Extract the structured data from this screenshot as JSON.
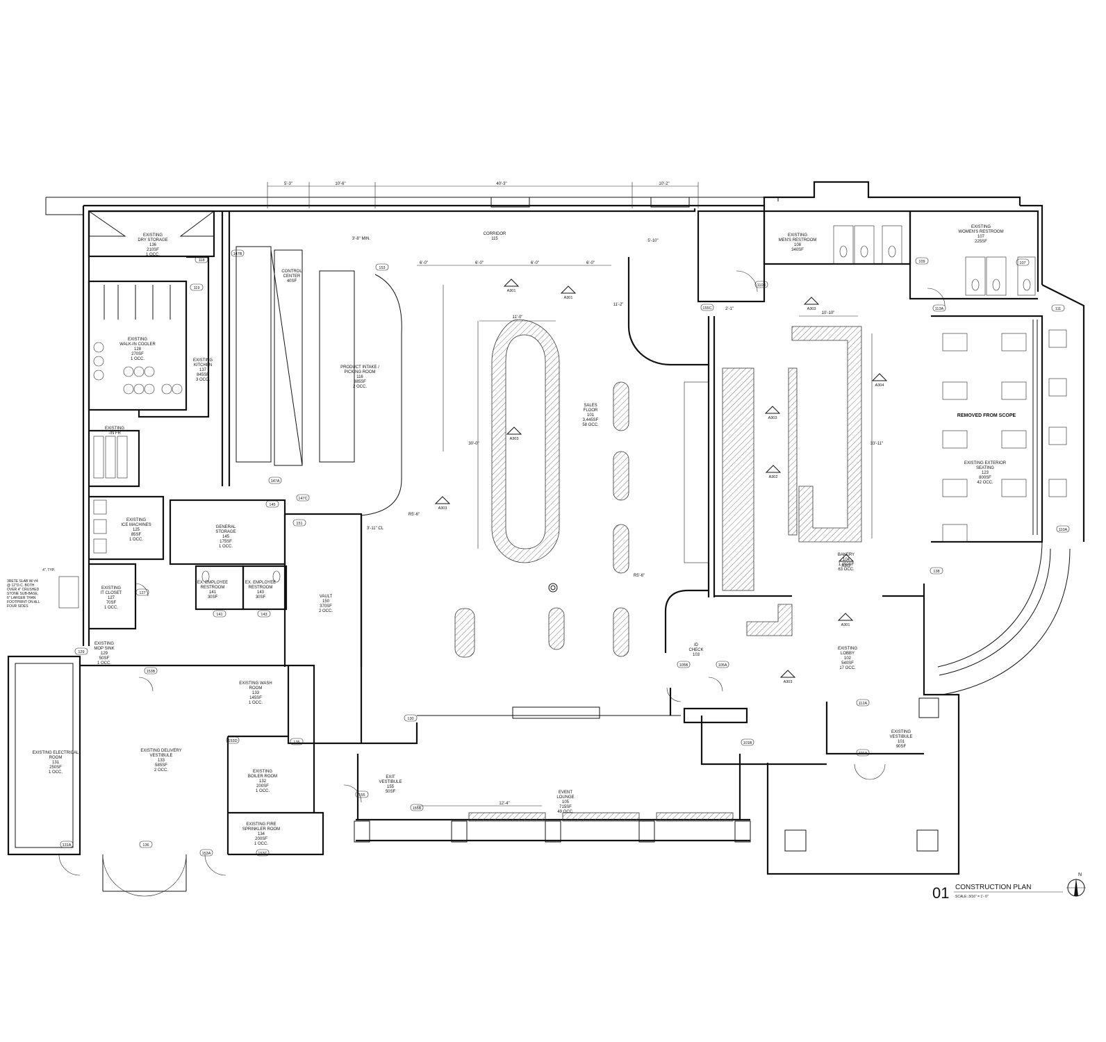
{
  "title": {
    "number": "01",
    "name": "CONSTRUCTION PLAN",
    "scale": "SCALE: 3/16\" = 1'- 0\""
  },
  "north_label": "N",
  "notes": {
    "removed_from_scope": "REMOVED FROM SCOPE",
    "slab_note": [
      "3RETE SLAB W/ #4",
      "@ 12\"O.C. BOTH",
      "OVER 4\" CRUSHED",
      "STONE SUB-BASE,",
      "6\" LARGER THAN",
      "FOOTPRINT ON ALL",
      "FOUR SIDES"
    ],
    "typ": "4\", TYP."
  },
  "rooms": [
    {
      "lines": [
        "EXISTING",
        "DRY STORAGE",
        "136",
        "210SF",
        "1 OCC."
      ]
    },
    {
      "lines": [
        "CORRIDOR",
        "115"
      ]
    },
    {
      "lines": [
        "EXISTING",
        "WALK-IN COOLER",
        "128",
        "270SF",
        "1 OCC."
      ]
    },
    {
      "lines": [
        "EXISTING",
        "KITCHEN",
        "137",
        "845SF",
        "3 OCC."
      ]
    },
    {
      "lines": [
        "CONTROL",
        "CENTER",
        "40SF"
      ]
    },
    {
      "lines": [
        "PRODUCT INTAKE /",
        "PICKING ROOM",
        "116",
        "385SF",
        "2 OCC."
      ]
    },
    {
      "lines": [
        "SALES",
        "FLOOR",
        "101",
        "3,445SF",
        "58 OCC."
      ]
    },
    {
      "lines": [
        "EXISTING",
        "-IN FR"
      ]
    },
    {
      "lines": [
        "EXISTING",
        "ICE MACHINES",
        "125",
        "85SF",
        "1 OCC."
      ]
    },
    {
      "lines": [
        "GENERAL",
        "STORAGE",
        "145",
        "175SF",
        "1 OCC."
      ]
    },
    {
      "lines": [
        "EX. EMPLOYEE",
        "RESTROOM",
        "141",
        "30SF"
      ]
    },
    {
      "lines": [
        "EX. EMPLOYEE",
        "RESTROOM",
        "143",
        "30SF"
      ]
    },
    {
      "lines": [
        "VAULT",
        "150",
        "370SF",
        "2 OCC."
      ]
    },
    {
      "lines": [
        "EXISTING",
        "IT CLOSET",
        "127",
        "70SF",
        "1 OCC."
      ]
    },
    {
      "lines": [
        "EXISTING",
        "MOP SINK",
        "129",
        "50SF",
        "1 OCC."
      ]
    },
    {
      "lines": [
        "EXISTING WASH",
        "ROOM",
        "133",
        "145SF",
        "1 OCC."
      ]
    },
    {
      "lines": [
        "EXISTING ELECTRICAL",
        "ROOM",
        "131",
        "250SF",
        "1 OCC."
      ]
    },
    {
      "lines": [
        "EXISTING DELIVERY",
        "VESTIBULE",
        "133",
        "585SF",
        "2 OCC."
      ]
    },
    {
      "lines": [
        "EXISTING",
        "BOILER ROOM",
        "132",
        "200SF",
        "1 OCC."
      ]
    },
    {
      "lines": [
        "EXISTING FIRE",
        "SPRINKLER ROOM",
        "134",
        "200SF",
        "1 OCC."
      ]
    },
    {
      "lines": [
        "EXIT",
        "VESTIBULE",
        "155",
        "50SF"
      ]
    },
    {
      "lines": [
        "EVENT",
        "LOUNGE",
        "105",
        "715SF",
        "49 OCC."
      ]
    },
    {
      "lines": [
        "ID",
        "CHECK",
        "103"
      ]
    },
    {
      "lines": [
        "EXISTING",
        "LOBBY",
        "102",
        "540SF",
        "17 OCC."
      ]
    },
    {
      "lines": [
        "BAKERY",
        "104",
        "1,450SF",
        "63 OCC."
      ]
    },
    {
      "lines": [
        "EXISTING",
        "MEN'S RESTROOM",
        "108",
        "340SF"
      ]
    },
    {
      "lines": [
        "EXISTING",
        "WOMEN'S RESTROOM",
        "107",
        "225SF"
      ]
    },
    {
      "lines": [
        "EXISTING EXTERIOR",
        "SEATING",
        "123",
        "800SF",
        "42 OCC."
      ]
    },
    {
      "lines": [
        "EXISTING",
        "VESTIBULE",
        "101",
        "90SF"
      ]
    }
  ],
  "dimensions": [
    "5'-3\"",
    "10'-6\"",
    "40'-3\"",
    "10'-2\"",
    "3'-8\" MIN.",
    "11'-0\"",
    "30'-0\"",
    "6'-0\"",
    "6'-0\"",
    "6'-0\"",
    "6'-0\"",
    "10'-10\"",
    "33'-11\"",
    "12'-4\"",
    "2'-1\"",
    "3'-11\" CL",
    "R5'-6\"",
    "R5'-6\"",
    "5'-10\"",
    "11'-2\""
  ],
  "section_refs": [
    "A301",
    "A301",
    "A303",
    "A303",
    "A302",
    "A302",
    "A303",
    "A304",
    "A303",
    "A303",
    "A301"
  ],
  "door_tags": [
    "147B",
    "118",
    "119",
    "147A",
    "147C",
    "145",
    "141",
    "143",
    "127",
    "129",
    "153B",
    "153A",
    "153C",
    "153D",
    "135",
    "130",
    "131A",
    "155",
    "155B",
    "155C",
    "113A",
    "110A",
    "110B",
    "109",
    "107",
    "111",
    "112A",
    "101A",
    "101B",
    "105A",
    "105B",
    "151",
    "153",
    "136",
    "138"
  ]
}
